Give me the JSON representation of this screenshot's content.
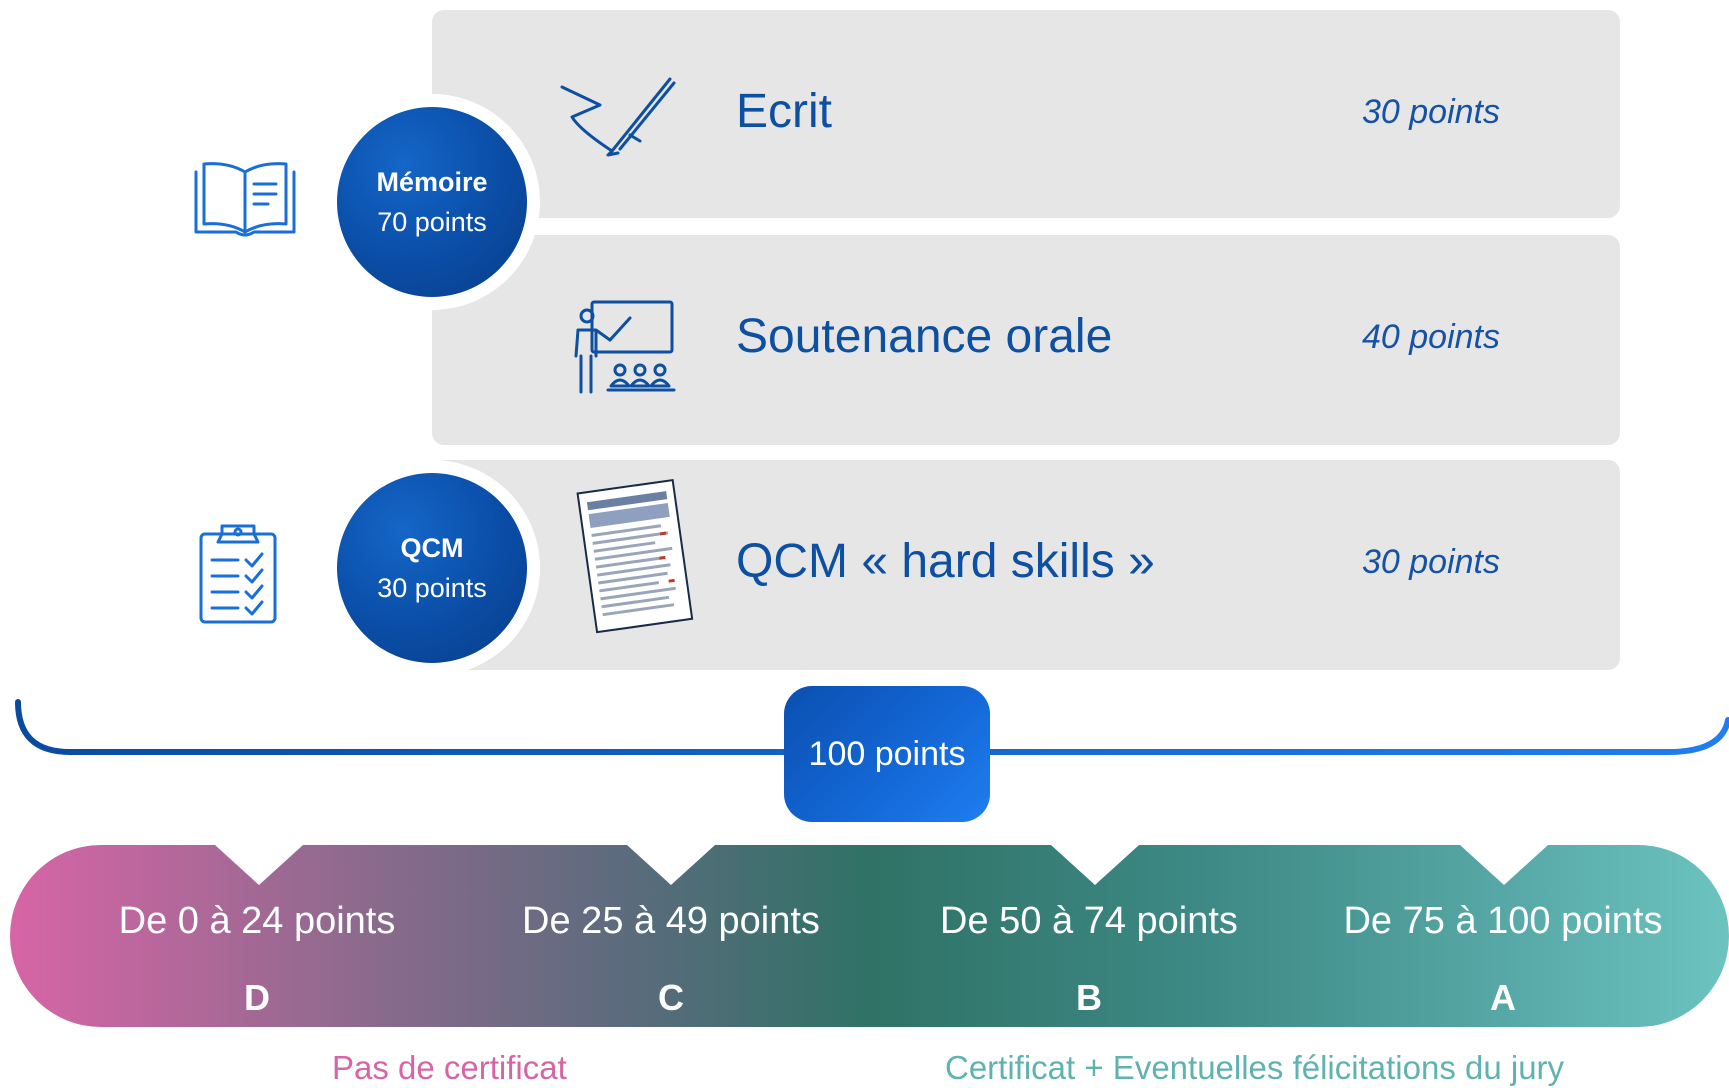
{
  "memoire": {
    "title": "Mémoire",
    "points": "70 points",
    "rows": [
      {
        "label": "Ecrit",
        "points": "30 points",
        "icon": "pen-signature-icon"
      },
      {
        "label": "Soutenance orale",
        "points": "40 points",
        "icon": "presentation-audience-icon"
      }
    ]
  },
  "qcm": {
    "title": "QCM",
    "points": "30 points",
    "row": {
      "label": "QCM « hard skills »",
      "points": "30 points",
      "icon": "test-sheet-icon"
    }
  },
  "total": "100 points",
  "grades": [
    {
      "range": "De 0 à 24 points",
      "letter": "D"
    },
    {
      "range": "De 25 à 49 points",
      "letter": "C"
    },
    {
      "range": "De 50 à 74 points",
      "letter": "B"
    },
    {
      "range": "De 75 à 100 points",
      "letter": "A"
    }
  ],
  "outcomes": {
    "fail": "Pas de certificat",
    "pass": "Certificat + Eventuelles félicitations du jury"
  },
  "colors": {
    "primary_blue": "#0d4fa0",
    "panel_grey": "#e6e6e6",
    "fail_pink": "#d765a6",
    "pass_teal": "#5fb3ae"
  }
}
